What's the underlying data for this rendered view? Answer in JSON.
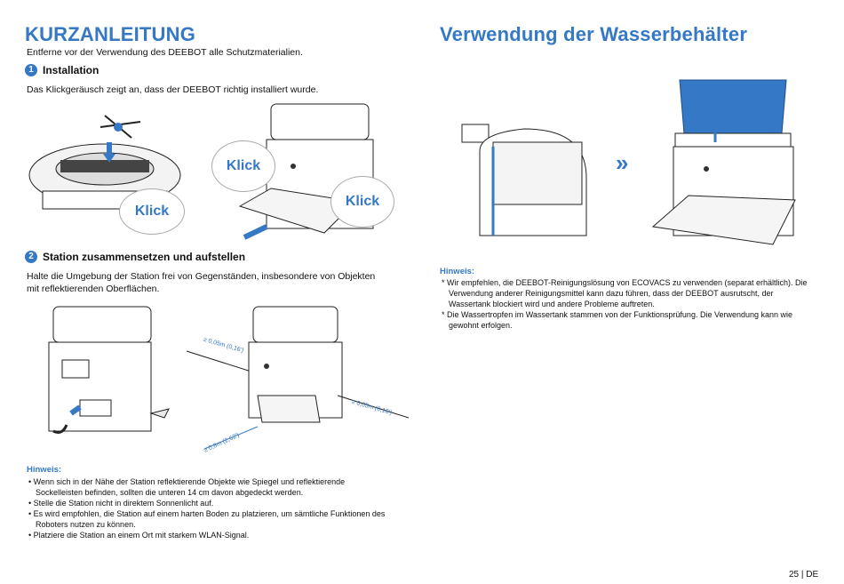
{
  "left": {
    "title": "KURZANLEITUNG",
    "intro": "Entferne vor der Verwendung des DEEBOT alle Schutzmaterialien.",
    "step1": {
      "num": "1",
      "title": "Installation",
      "text": "Das Klickgeräusch zeigt an, dass der DEEBOT richtig installiert wurde."
    },
    "klick": [
      "Klick",
      "Klick",
      "Klick"
    ],
    "step2": {
      "num": "2",
      "title": "Station zusammensetzen und aufstellen",
      "text": "Halte die Umgebung der Station frei von Gegenständen, insbesondere von Objekten mit reflektierenden Oberflächen."
    },
    "dims": [
      "≥ 0,05m (0,16')",
      "≥ 0,05m (0,16')",
      "≥ 0,8m (2,62')"
    ],
    "hint_title": "Hinweis:",
    "hints": [
      "• Wenn sich in der Nähe der Station reflektierende Objekte wie Spiegel und reflektierende Sockelleisten befinden, sollten die unteren 14 cm davon abgedeckt werden.",
      "• Stelle die Station nicht in direktem Sonnenlicht auf.",
      "• Es wird empfohlen, die Station auf einem harten Boden zu platzieren, um sämtliche Funktionen des Roboters nutzen zu können.",
      "• Platziere die Station an einem Ort mit starkem WLAN-Signal."
    ]
  },
  "right": {
    "title": "Verwendung der Wasserbehälter",
    "arrow": "»",
    "hint_title": "Hinweis:",
    "hints": [
      "* Wir empfehlen, die DEEBOT-Reinigungslösung von ECOVACS zu verwenden (separat erhältlich). Die Verwendung anderer Reinigungsmittel kann dazu führen, dass der DEEBOT ausrutscht, der Wassertank blockiert wird und andere Probleme auftreten.",
      "* Die Wassertropfen im Wassertank stammen von der Funktionsprüfung. Die Verwendung kann wie gewohnt erfolgen."
    ]
  },
  "footer": {
    "page": "25",
    "lang": "DE"
  }
}
